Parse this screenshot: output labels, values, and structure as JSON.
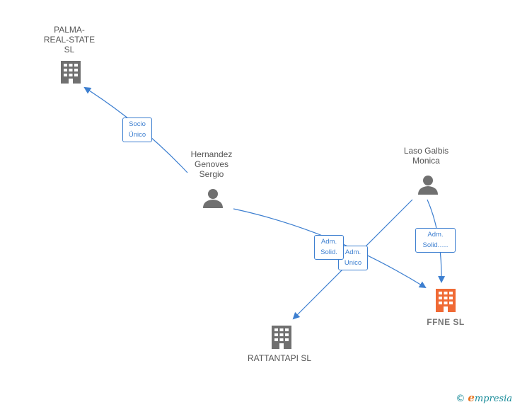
{
  "nodes": {
    "palma": {
      "label": "PALMA-\nREAL-STATE\nSL",
      "type": "company",
      "color": "#707070"
    },
    "hernandez": {
      "label": "Hernandez\nGenoves\nSergio",
      "type": "person",
      "color": "#707070"
    },
    "laso": {
      "label": "Laso Galbis\nMonica",
      "type": "person",
      "color": "#707070"
    },
    "rattantapi": {
      "label": "RATTANTAPI SL",
      "type": "company",
      "color": "#707070"
    },
    "ffne": {
      "label": "FFNE  SL",
      "type": "company",
      "color": "#f06a35"
    }
  },
  "edges": {
    "socio_unico": {
      "label": "Socio\nÚnico"
    },
    "adm_solid_1": {
      "label": "Adm.\nSolid."
    },
    "adm_unico": {
      "label": "Adm.\nUnico"
    },
    "adm_solid_2": {
      "label": "Adm.\nSolid.…."
    }
  },
  "colors": {
    "edge": "#3d7fd0",
    "icon": "#707070",
    "main_icon": "#f06a35"
  },
  "footer": {
    "copyright_symbol": "©",
    "brand_initial": "e",
    "brand_rest": "mpresia"
  }
}
